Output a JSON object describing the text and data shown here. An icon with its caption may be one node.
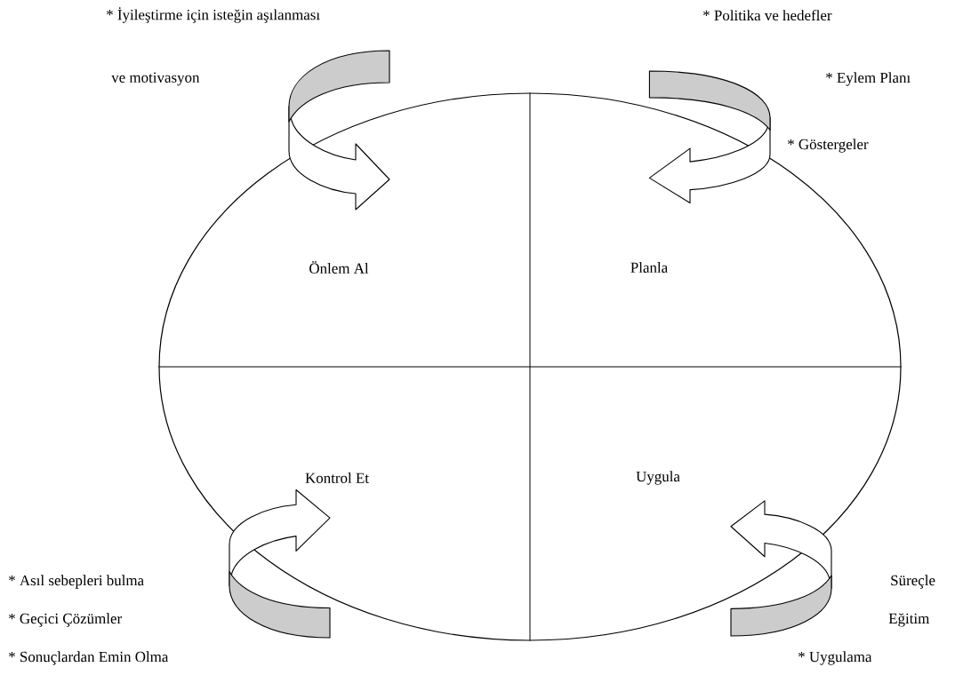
{
  "diagram": {
    "nodes": [
      {
        "text": [],
        "shape": "ellipse"
      },
      {
        "text": [
          "Önlem Al"
        ],
        "in": 0
      },
      {
        "text": [
          "Planla"
        ],
        "in": 0
      },
      {
        "text": [
          "Kontrol Et"
        ],
        "in": 0
      },
      {
        "text": [
          "Uygula"
        ],
        "in": 0
      }
    ],
    "labels": [
      "* İyileştirme için isteğin aşılanması",
      "* Politika ve hedefler",
      "ve motivasyon",
      "* Eylem Planı",
      "* Göstergeler",
      "* Asıl sebepleri bulma",
      "Süreçle",
      "* Geçici Çözümler",
      "Eğitim",
      "* Sonuçlardan Emin Olma",
      "* Uygulama"
    ]
  }
}
